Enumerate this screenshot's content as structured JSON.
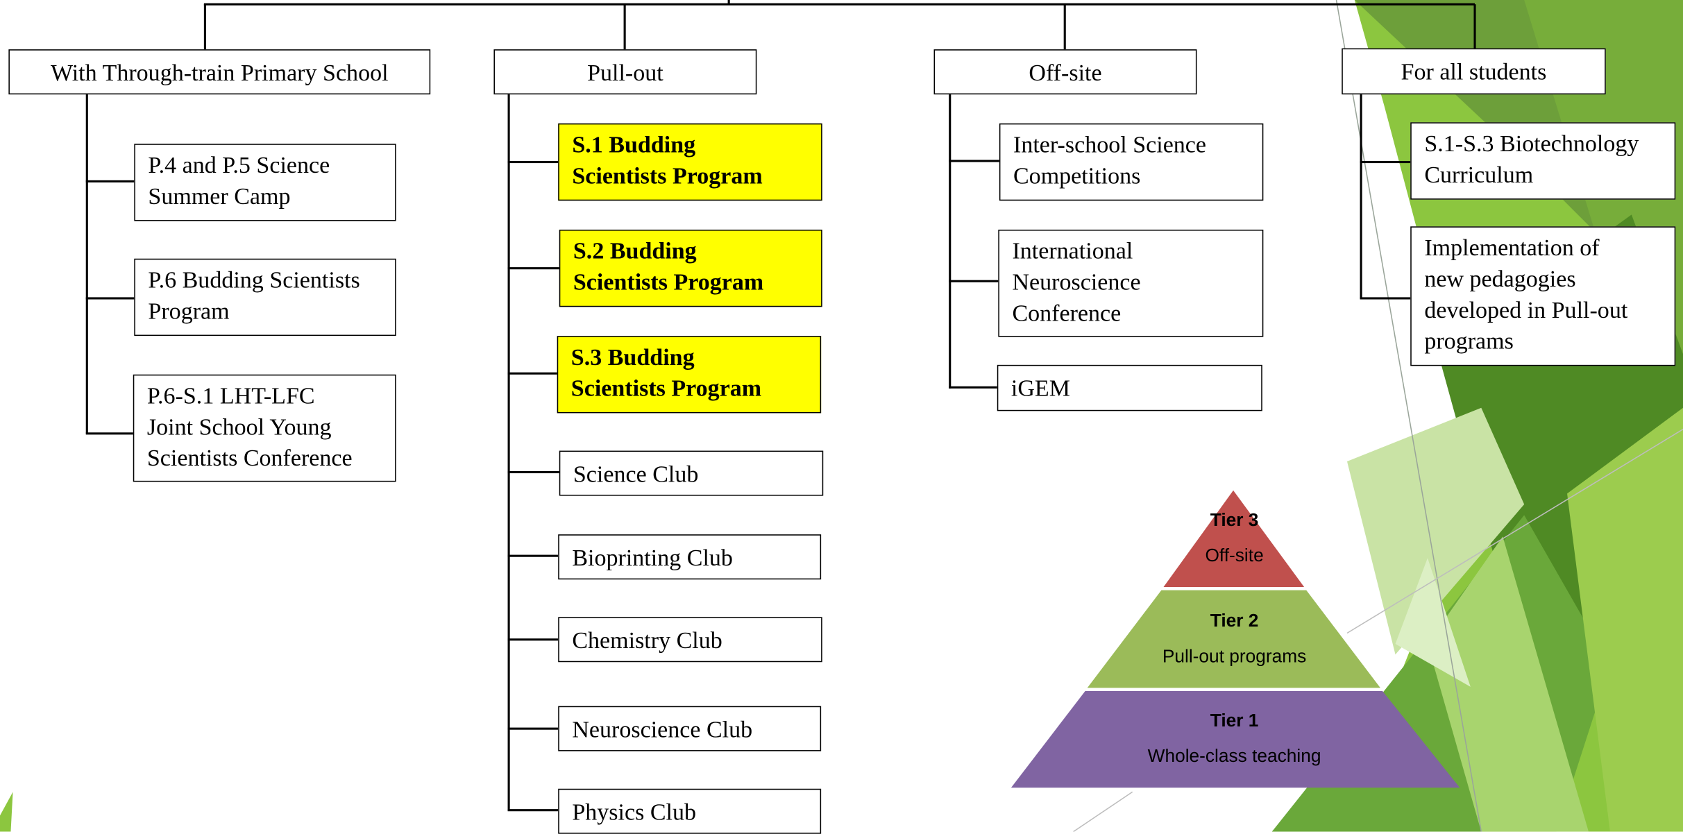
{
  "categories": [
    {
      "label": "With Through-train Primary School",
      "children": [
        {
          "lines": [
            "P.4 and P.5 Science",
            "Summer Camp"
          ]
        },
        {
          "lines": [
            "P.6 Budding Scientists",
            "Program"
          ]
        },
        {
          "lines": [
            "P.6-S.1 LHT-LFC",
            "Joint School Young",
            "Scientists Conference"
          ]
        }
      ]
    },
    {
      "label": "Pull-out",
      "children": [
        {
          "lines": [
            "S.1 Budding",
            "Scientists Program"
          ],
          "highlight": true
        },
        {
          "lines": [
            "S.2 Budding",
            "Scientists Program"
          ],
          "highlight": true
        },
        {
          "lines": [
            "S.3 Budding",
            "Scientists Program"
          ],
          "highlight": true
        },
        {
          "lines": [
            "Science Club"
          ]
        },
        {
          "lines": [
            "Bioprinting Club"
          ]
        },
        {
          "lines": [
            "Chemistry Club"
          ]
        },
        {
          "lines": [
            "Neuroscience Club"
          ]
        },
        {
          "lines": [
            "Physics Club"
          ]
        }
      ]
    },
    {
      "label": "Off-site",
      "children": [
        {
          "lines": [
            "Inter-school Science",
            "Competitions"
          ]
        },
        {
          "lines": [
            "International",
            "Neuroscience",
            "Conference"
          ]
        },
        {
          "lines": [
            "iGEM"
          ]
        }
      ]
    },
    {
      "label": "For all students",
      "children": [
        {
          "lines": [
            "S.1-S.3 Biotechnology",
            "Curriculum"
          ]
        },
        {
          "lines": [
            "Implementation of",
            "new pedagogies",
            "developed in Pull-out",
            "programs"
          ]
        }
      ]
    }
  ],
  "pyramid": [
    {
      "tier": "Tier 3",
      "label": "Off-site",
      "color": "#c0504d"
    },
    {
      "tier": "Tier 2",
      "label": "Pull-out programs",
      "color": "#9bbb59"
    },
    {
      "tier": "Tier 1",
      "label": "Whole-class teaching",
      "color": "#8064a2"
    }
  ],
  "colors": {
    "highlight": "#ffff00",
    "accent_green": "#8cc63f",
    "dark_green": "#5a8a2a"
  }
}
